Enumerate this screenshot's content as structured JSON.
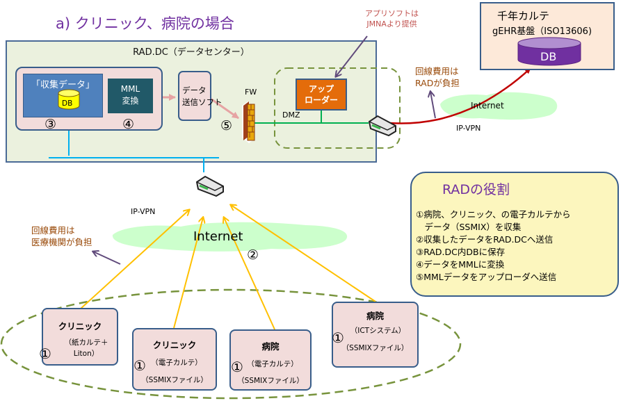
{
  "title": "a) クリニック、病院の場合",
  "datacenter": {
    "title": "RAD.DC（データセンター）",
    "collected_data_label": "「収集データ」",
    "db_label": "DB",
    "mml_line1": "MML",
    "mml_line2": "変換",
    "send_line1": "データ",
    "send_line2": "送信ソフト",
    "step3": "③",
    "step4": "④",
    "step5": "⑤",
    "fw_label": "FW",
    "dmz_label": "DMZ",
    "uploader_line1": "アップ",
    "uploader_line2": "ローダー"
  },
  "app_note": {
    "line1": "アプリソフトは",
    "line2": "JMNAより提供"
  },
  "sennen": {
    "title": "千年カルテ",
    "subtitle": "gEHR基盤（ISO13606)",
    "db_label": "DB"
  },
  "rad_cost": {
    "line1": "回線費用は",
    "line2": "RADが負担"
  },
  "upper_internet": {
    "label": "Internet",
    "vpn": "IP-VPN"
  },
  "lower_internet": {
    "label": "Internet",
    "vpn": "IP-VPN",
    "step2": "②"
  },
  "med_cost": {
    "line1": "回線費用は",
    "line2": "医療機関が負担"
  },
  "role": {
    "title": "RADの役割",
    "items": [
      "①病院、クリニック、の電子カルテから",
      "　データ（SSMIX）を収集",
      "②収集したデータをRAD.DCへ送信",
      "③RAD.DC内DBに保存",
      "④データをMMLに変換",
      "⑤MMLデータをアップローダへ送信"
    ]
  },
  "sites": [
    {
      "name": "クリニック",
      "sub1": "（紙カルテ＋",
      "sub2": "Liton）",
      "step": "①"
    },
    {
      "name": "クリニック",
      "sub1": "（電子カルテ）",
      "sub2": "（SSMIXファイル）",
      "step": "①"
    },
    {
      "name": "病院",
      "sub1": "（電子カルテ）",
      "sub2": "（SSMIXファイル）",
      "step": "①"
    },
    {
      "name": "病院",
      "sub1": "（ICTシステム）",
      "sub2": "（SSMIXファイル）",
      "step": "①"
    }
  ],
  "colors": {
    "title_purple": "#7030a0",
    "cost_note_brown": "#984807",
    "yellow_link": "#ffc000",
    "red_link": "#c00000",
    "green_lan": "#00b050",
    "cyan_lan": "#00b0f0"
  }
}
